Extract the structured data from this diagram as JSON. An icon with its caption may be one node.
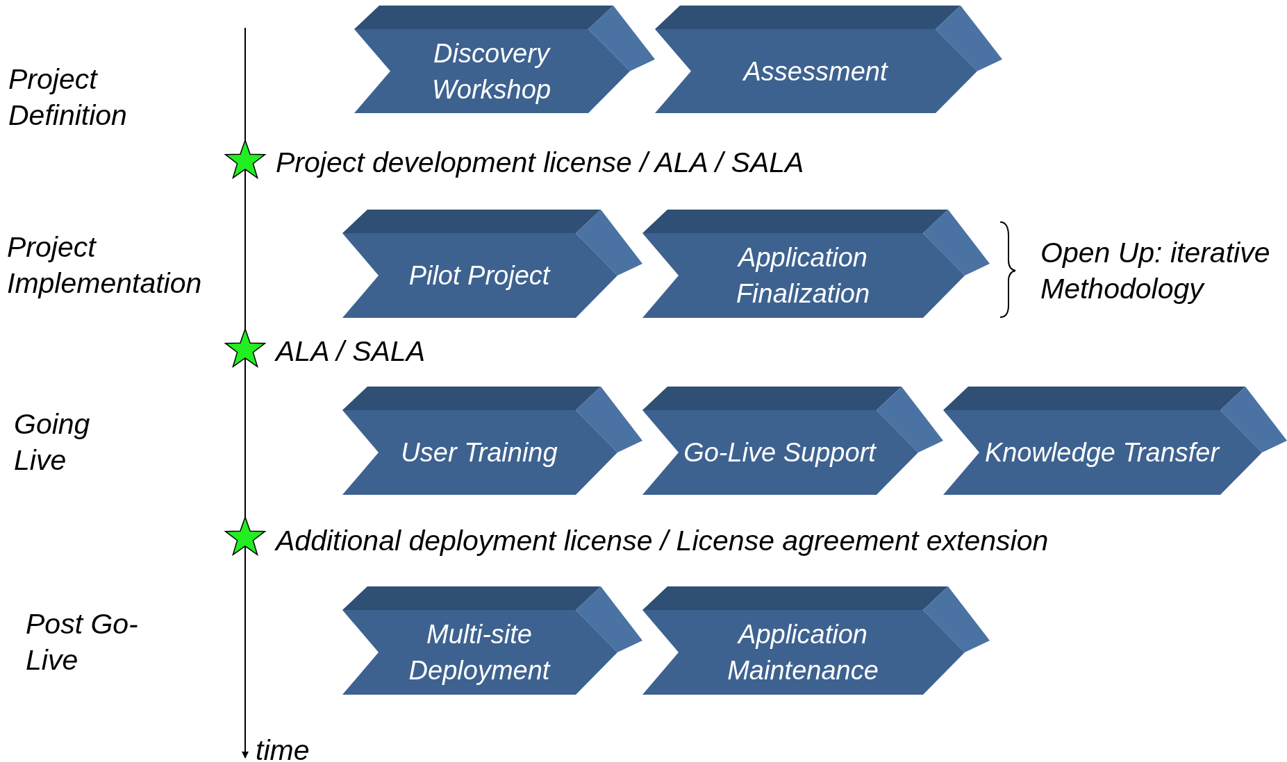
{
  "diagram": {
    "nodes": [
      {
        "text": [
          "Discovery Workshop"
        ]
      },
      {
        "text": [
          "Assessment"
        ]
      },
      {
        "text": [
          "Pilot Project"
        ]
      },
      {
        "text": [
          "Application Finalization"
        ]
      },
      {
        "text": [
          "User Training"
        ]
      },
      {
        "text": [
          "Go-Live Support"
        ]
      },
      {
        "text": [
          "Knowledge Transfer"
        ]
      },
      {
        "text": [
          "Multi-site Deployment"
        ]
      },
      {
        "text": [
          "Application Maintenance"
        ]
      }
    ],
    "labels": [
      "Project Definition",
      "Project development license / ALA / SALA",
      "Project Implementation",
      "Open Up: iterative Methodology",
      "ALA / SALA",
      "Going Live",
      "Additional deployment license / License agreement extension",
      "Post Go-Live",
      "time"
    ]
  }
}
